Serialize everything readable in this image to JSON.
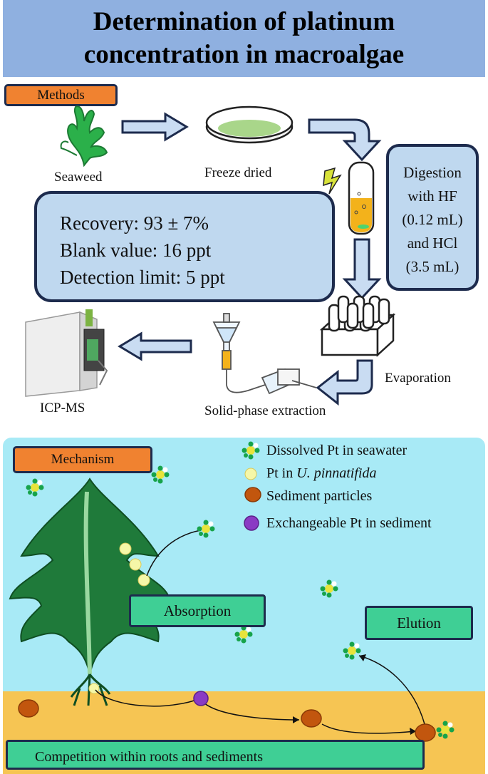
{
  "title_lines": [
    "Determination of platinum",
    "concentration in macroalgae"
  ],
  "methods": {
    "tag": "Methods",
    "steps": {
      "seaweed": "Seaweed",
      "freeze": "Freeze dried",
      "evaporation": "Evaporation",
      "spe": "Solid-phase extraction",
      "icp": "ICP-MS"
    },
    "digestion_lines": [
      "Digestion",
      "with HF",
      "(0.12 mL)",
      "and HCl",
      "(3.5 mL)"
    ],
    "stats": [
      "Recovery: 93 ± 7%",
      "Blank value: 16 ppt",
      "Detection limit: 5 ppt"
    ]
  },
  "mechanism": {
    "tag": "Mechanism",
    "legend": {
      "dissolved": "Dissolved Pt in seawater",
      "upin_prefix": "Pt in ",
      "upin_species": "U. pinnatifida",
      "sediment": "Sediment particles",
      "exchangeable": "Exchangeable Pt in sediment"
    },
    "labels": {
      "absorption": "Absorption",
      "elution": "Elution",
      "competition": "Competition within roots and sediments"
    }
  },
  "colors": {
    "title_band": "#8fb0e0",
    "tag": "#f08230",
    "box_fill": "#bfd8ef",
    "box_border": "#1d2b4d",
    "water": "#a8eaf6",
    "sediment": "#f6c553",
    "green_label": "#3fcf95",
    "particle": "#c2560e",
    "exchangeable": "#8a3bc4",
    "pt_yellow": "#f5f7a8"
  }
}
